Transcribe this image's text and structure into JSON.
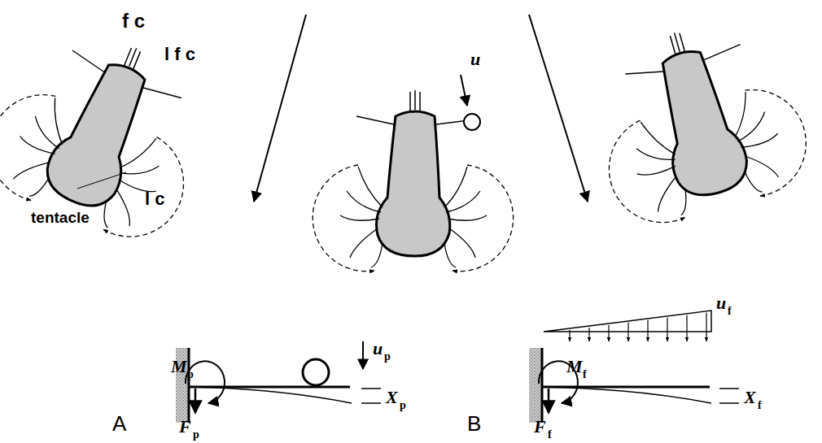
{
  "diagram": {
    "labels": [
      "f c",
      "l f c",
      "l c",
      "tentacle",
      "u",
      "u",
      "p",
      "M",
      "p",
      "F",
      "p",
      "X",
      "p",
      "A",
      "u",
      "f",
      "M",
      "f",
      "F",
      "f",
      "X",
      "f",
      "B"
    ]
  }
}
